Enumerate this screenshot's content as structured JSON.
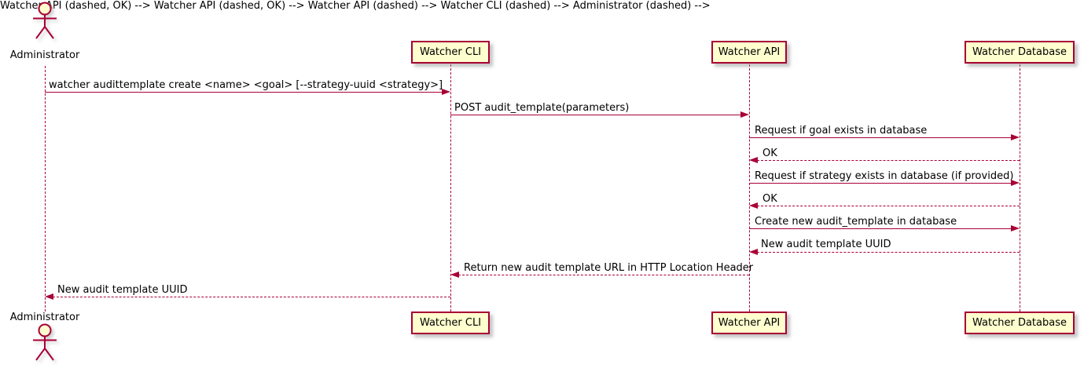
{
  "diagram": {
    "type": "sequence",
    "tool_style": "plantuml",
    "colors": {
      "line": "#A80036",
      "participant_fill": "#FEFECE",
      "text": "#000000",
      "background": "#FFFFFF"
    },
    "participants": [
      {
        "name": "Administrator",
        "kind": "actor"
      },
      {
        "name": "Watcher CLI",
        "kind": "participant"
      },
      {
        "name": "Watcher API",
        "kind": "participant"
      },
      {
        "name": "Watcher Database",
        "kind": "participant"
      }
    ],
    "messages": [
      {
        "from": "Administrator",
        "to": "Watcher CLI",
        "line": "solid",
        "direction": "right",
        "text": "watcher audittemplate create <name> <goal> [--strategy-uuid <strategy>]"
      },
      {
        "from": "Watcher CLI",
        "to": "Watcher API",
        "line": "solid",
        "direction": "right",
        "text": "POST audit_template(parameters)"
      },
      {
        "from": "Watcher API",
        "to": "Watcher Database",
        "line": "solid",
        "direction": "right",
        "text": "Request if goal exists in database"
      },
      {
        "from": "Watcher Database",
        "to": "Watcher API",
        "line": "dashed",
        "direction": "left",
        "text": "OK"
      },
      {
        "from": "Watcher API",
        "to": "Watcher Database",
        "line": "solid",
        "direction": "right",
        "text": "Request if strategy exists in database (if provided)"
      },
      {
        "from": "Watcher Database",
        "to": "Watcher API",
        "line": "dashed",
        "direction": "left",
        "text": "OK"
      },
      {
        "from": "Watcher API",
        "to": "Watcher Database",
        "line": "solid",
        "direction": "right",
        "text": "Create new audit_template in database"
      },
      {
        "from": "Watcher Database",
        "to": "Watcher API",
        "line": "dashed",
        "direction": "left",
        "text": "New audit template UUID"
      },
      {
        "from": "Watcher API",
        "to": "Watcher CLI",
        "line": "dashed",
        "direction": "left",
        "text": "Return new audit template URL in HTTP Location Header"
      },
      {
        "from": "Watcher CLI",
        "to": "Administrator",
        "line": "dashed",
        "direction": "left",
        "text": "New audit template UUID"
      }
    ]
  }
}
